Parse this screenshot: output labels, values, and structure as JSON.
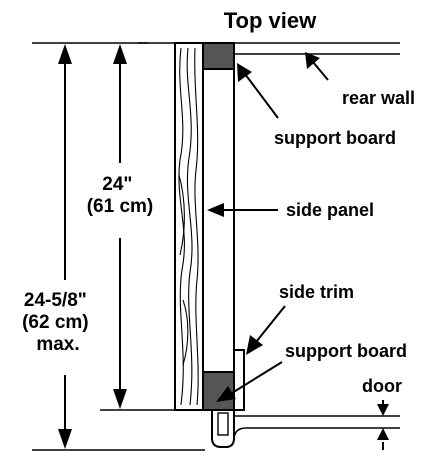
{
  "title": "Top view",
  "labels": {
    "rear_wall": "rear wall",
    "support_board_top": "support board",
    "side_panel": "side panel",
    "side_trim": "side trim",
    "support_board_bottom": "support board",
    "door": "door"
  },
  "dimensions": {
    "inner": {
      "line1": "24\"",
      "line2": "(61 cm)"
    },
    "outer": {
      "line1": "24-5/8\"",
      "line2": "(62 cm)",
      "line3": "max."
    }
  }
}
